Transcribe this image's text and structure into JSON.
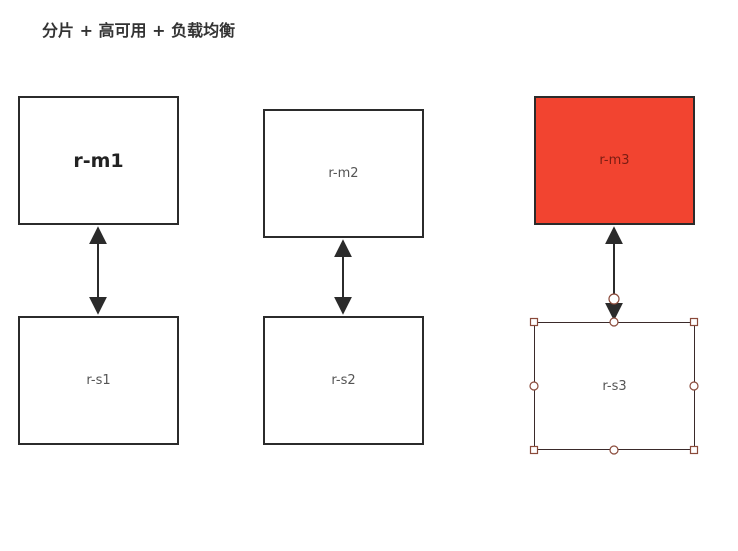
{
  "title": "分片 + 高可用 + 负载均衡",
  "colors": {
    "master_highlight": "#f24430",
    "border": "#2b2b2b",
    "text": "#555555"
  },
  "nodes": {
    "m1": {
      "label": "r-m1"
    },
    "m2": {
      "label": "r-m2"
    },
    "m3": {
      "label": "r-m3"
    },
    "s1": {
      "label": "r-s1"
    },
    "s2": {
      "label": "r-s2"
    },
    "s3": {
      "label": "r-s3"
    }
  }
}
